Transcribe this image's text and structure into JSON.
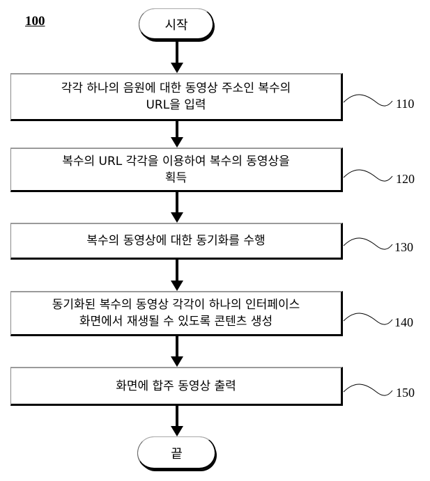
{
  "figure": {
    "label": "100"
  },
  "start": {
    "label": "시작"
  },
  "end": {
    "label": "끝"
  },
  "steps": [
    {
      "id": "110",
      "line1": "각각 하나의 음원에 대한 동영상 주소인 복수의",
      "line2": "URL을 입력"
    },
    {
      "id": "120",
      "line1": "복수의 URL 각각을 이용하여 복수의 동영상을",
      "line2": "획득"
    },
    {
      "id": "130",
      "line1": "복수의 동영상에 대한 동기화를 수행",
      "line2": ""
    },
    {
      "id": "140",
      "line1": "동기화된 복수의 동영상 각각이 하나의 인터페이스",
      "line2": "화면에서 재생될 수 있도록 콘텐츠 생성"
    },
    {
      "id": "150",
      "line1": "화면에 합주 동영상 출력",
      "line2": ""
    }
  ]
}
